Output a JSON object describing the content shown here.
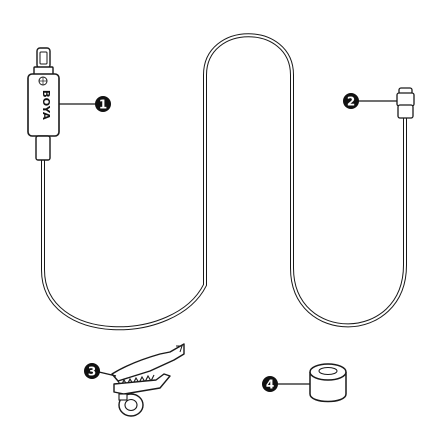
{
  "brand": {
    "name": "BOYA"
  },
  "callouts": [
    {
      "number": "1"
    },
    {
      "number": "2"
    },
    {
      "number": "3"
    },
    {
      "number": "4"
    }
  ],
  "colors": {
    "outline": "#1a1a1a",
    "callout_fill": "#111111",
    "callout_text": "#ffffff",
    "background": "#ffffff"
  }
}
